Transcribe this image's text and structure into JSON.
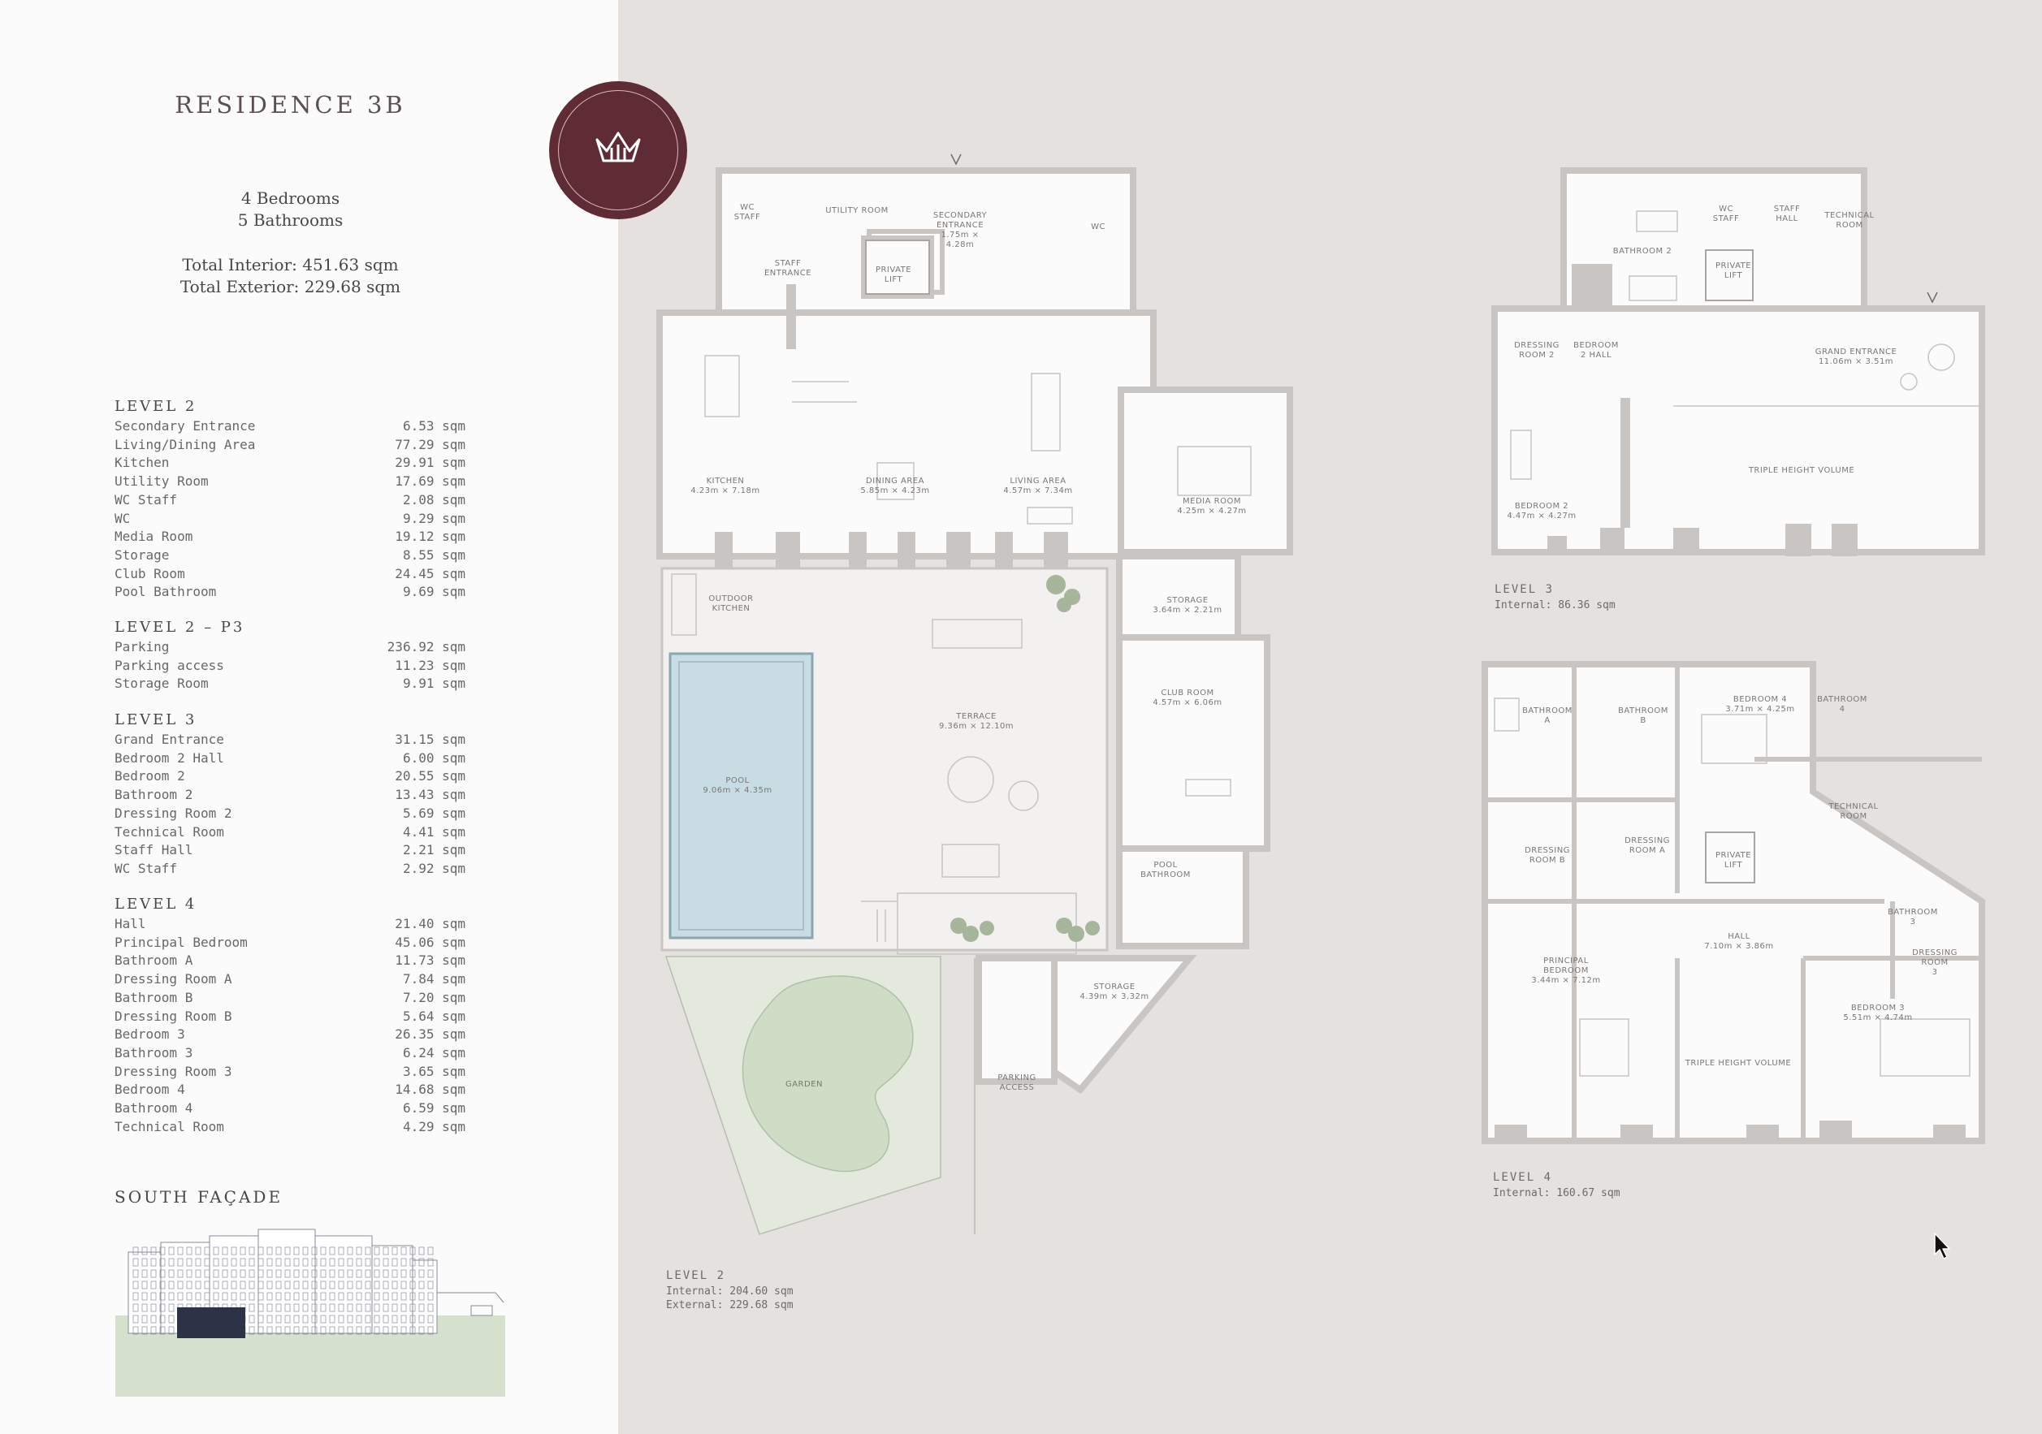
{
  "residence": {
    "title": "RESIDENCE 3B",
    "bedrooms": "4 Bedrooms",
    "bathrooms": "5 Bathrooms",
    "total_interior": "Total Interior: 451.63 sqm",
    "total_exterior": "Total Exterior: 229.68 sqm"
  },
  "areas": [
    {
      "level": "LEVEL 2",
      "rooms": [
        {
          "name": "Secondary Entrance",
          "area": "6.53 sqm"
        },
        {
          "name": "Living/Dining Area",
          "area": "77.29 sqm"
        },
        {
          "name": "Kitchen",
          "area": "29.91 sqm"
        },
        {
          "name": "Utility Room",
          "area": "17.69 sqm"
        },
        {
          "name": "WC Staff",
          "area": "2.08 sqm"
        },
        {
          "name": "WC",
          "area": "9.29 sqm"
        },
        {
          "name": "Media Room",
          "area": "19.12 sqm"
        },
        {
          "name": "Storage",
          "area": "8.55 sqm"
        },
        {
          "name": "Club Room",
          "area": "24.45 sqm"
        },
        {
          "name": "Pool Bathroom",
          "area": "9.69 sqm"
        }
      ]
    },
    {
      "level": "LEVEL 2 – P3",
      "rooms": [
        {
          "name": "Parking",
          "area": "236.92 sqm"
        },
        {
          "name": "Parking access",
          "area": "11.23 sqm"
        },
        {
          "name": "Storage Room",
          "area": "9.91 sqm"
        }
      ]
    },
    {
      "level": "LEVEL 3",
      "rooms": [
        {
          "name": "Grand Entrance",
          "area": "31.15 sqm"
        },
        {
          "name": "Bedroom 2 Hall",
          "area": "6.00 sqm"
        },
        {
          "name": "Bedroom 2",
          "area": "20.55 sqm"
        },
        {
          "name": "Bathroom 2",
          "area": "13.43 sqm"
        },
        {
          "name": "Dressing Room 2",
          "area": "5.69 sqm"
        },
        {
          "name": "Technical Room",
          "area": "4.41 sqm"
        },
        {
          "name": "Staff Hall",
          "area": "2.21 sqm"
        },
        {
          "name": "WC Staff",
          "area": "2.92 sqm"
        }
      ]
    },
    {
      "level": "LEVEL 4",
      "rooms": [
        {
          "name": "Hall",
          "area": "21.40 sqm"
        },
        {
          "name": "Principal Bedroom",
          "area": "45.06 sqm"
        },
        {
          "name": "Bathroom A",
          "area": "11.73 sqm"
        },
        {
          "name": "Dressing Room A",
          "area": "7.84 sqm"
        },
        {
          "name": "Bathroom B",
          "area": "7.20 sqm"
        },
        {
          "name": "Dressing Room B",
          "area": "5.64 sqm"
        },
        {
          "name": "Bedroom 3",
          "area": "26.35 sqm"
        },
        {
          "name": "Bathroom 3",
          "area": "6.24 sqm"
        },
        {
          "name": "Dressing Room 3",
          "area": "3.65 sqm"
        },
        {
          "name": "Bedroom 4",
          "area": "14.68 sqm"
        },
        {
          "name": "Bathroom 4",
          "area": "6.59 sqm"
        },
        {
          "name": "Technical Room",
          "area": "4.29 sqm"
        }
      ]
    }
  ],
  "facade": {
    "title": "SOUTH FAÇADE"
  },
  "plan_labels": {
    "level2": {
      "name": "LEVEL 2",
      "internal": "Internal: 204.60 sqm",
      "external": "External: 229.68 sqm"
    },
    "level3": {
      "name": "LEVEL 3",
      "internal": "Internal: 86.36 sqm"
    },
    "level4": {
      "name": "LEVEL 4",
      "internal": "Internal: 160.67 sqm"
    }
  },
  "rooms_l2": {
    "wc_staff": [
      "WC",
      "STAFF"
    ],
    "utility": "UTILITY ROOM",
    "secondary": [
      "SECONDARY",
      "ENTRANCE",
      "1.75m ×",
      "4.28m"
    ],
    "wc": "WC",
    "staff_entrance": [
      "STAFF",
      "ENTRANCE"
    ],
    "private_lift": [
      "PRIVATE",
      "LIFT"
    ],
    "kitchen": [
      "KITCHEN",
      "4.23m × 7.18m"
    ],
    "dining": [
      "DINING AREA",
      "5.85m × 4.23m"
    ],
    "living": [
      "LIVING AREA",
      "4.57m × 7.34m"
    ],
    "media": [
      "MEDIA ROOM",
      "4.25m × 4.27m"
    ],
    "outdoor_kitchen": [
      "OUTDOOR",
      "KITCHEN"
    ],
    "storage1": [
      "STORAGE",
      "3.64m × 2.21m"
    ],
    "terrace": [
      "TERRACE",
      "9.36m × 12.10m"
    ],
    "club": [
      "CLUB ROOM",
      "4.57m × 6.06m"
    ],
    "pool": [
      "POOL",
      "9.06m × 4.35m"
    ],
    "pool_bath": [
      "POOL",
      "BATHROOM"
    ],
    "storage2": [
      "STORAGE",
      "4.39m × 3.32m"
    ],
    "garden": "GARDEN",
    "parking_access": [
      "PARKING",
      "ACCESS"
    ]
  },
  "rooms_l3": {
    "wc_staff": [
      "WC",
      "STAFF"
    ],
    "staff_hall": [
      "STAFF",
      "HALL"
    ],
    "technical": [
      "TECHNICAL",
      "ROOM"
    ],
    "bathroom2": "BATHROOM 2",
    "private_lift": [
      "PRIVATE",
      "LIFT"
    ],
    "dressing2": [
      "DRESSING",
      "ROOM 2"
    ],
    "bedroom2_hall": [
      "BEDROOM",
      "2 HALL"
    ],
    "grand_entrance": [
      "GRAND ENTRANCE",
      "11.06m × 3.51m"
    ],
    "triple": "TRIPLE HEIGHT VOLUME",
    "bedroom2": [
      "BEDROOM 2",
      "4.47m × 4.27m"
    ]
  },
  "rooms_l4": {
    "bath_a": [
      "BATHROOM",
      "A"
    ],
    "bath_b": [
      "BATHROOM",
      "B"
    ],
    "bed4": [
      "BEDROOM 4",
      "3.71m × 4.25m"
    ],
    "bath4": [
      "BATHROOM",
      "4"
    ],
    "technical": [
      "TECHNICAL",
      "ROOM"
    ],
    "dress_b": [
      "DRESSING",
      "ROOM B"
    ],
    "dress_a": [
      "DRESSING",
      "ROOM A"
    ],
    "private_lift": [
      "PRIVATE",
      "LIFT"
    ],
    "bath3": [
      "BATHROOM",
      "3"
    ],
    "hall": [
      "HALL",
      "7.10m × 3.86m"
    ],
    "dress3": [
      "DRESSING",
      "ROOM",
      "3"
    ],
    "principal": [
      "PRINCIPAL",
      "BEDROOM",
      "3.44m × 7.12m"
    ],
    "bed3": [
      "BEDROOM 3",
      "5.51m × 4.74m"
    ],
    "triple": "TRIPLE HEIGHT VOLUME"
  },
  "colors": {
    "accent": "#5f2b35",
    "wall": "#c9c5c2",
    "pool": "#c8dde3",
    "garden": "#d6e3cf",
    "terrace": "#f1f0ef"
  },
  "icons": {
    "logo": "crown-logo-icon",
    "cursor": "mouse-pointer-icon"
  }
}
